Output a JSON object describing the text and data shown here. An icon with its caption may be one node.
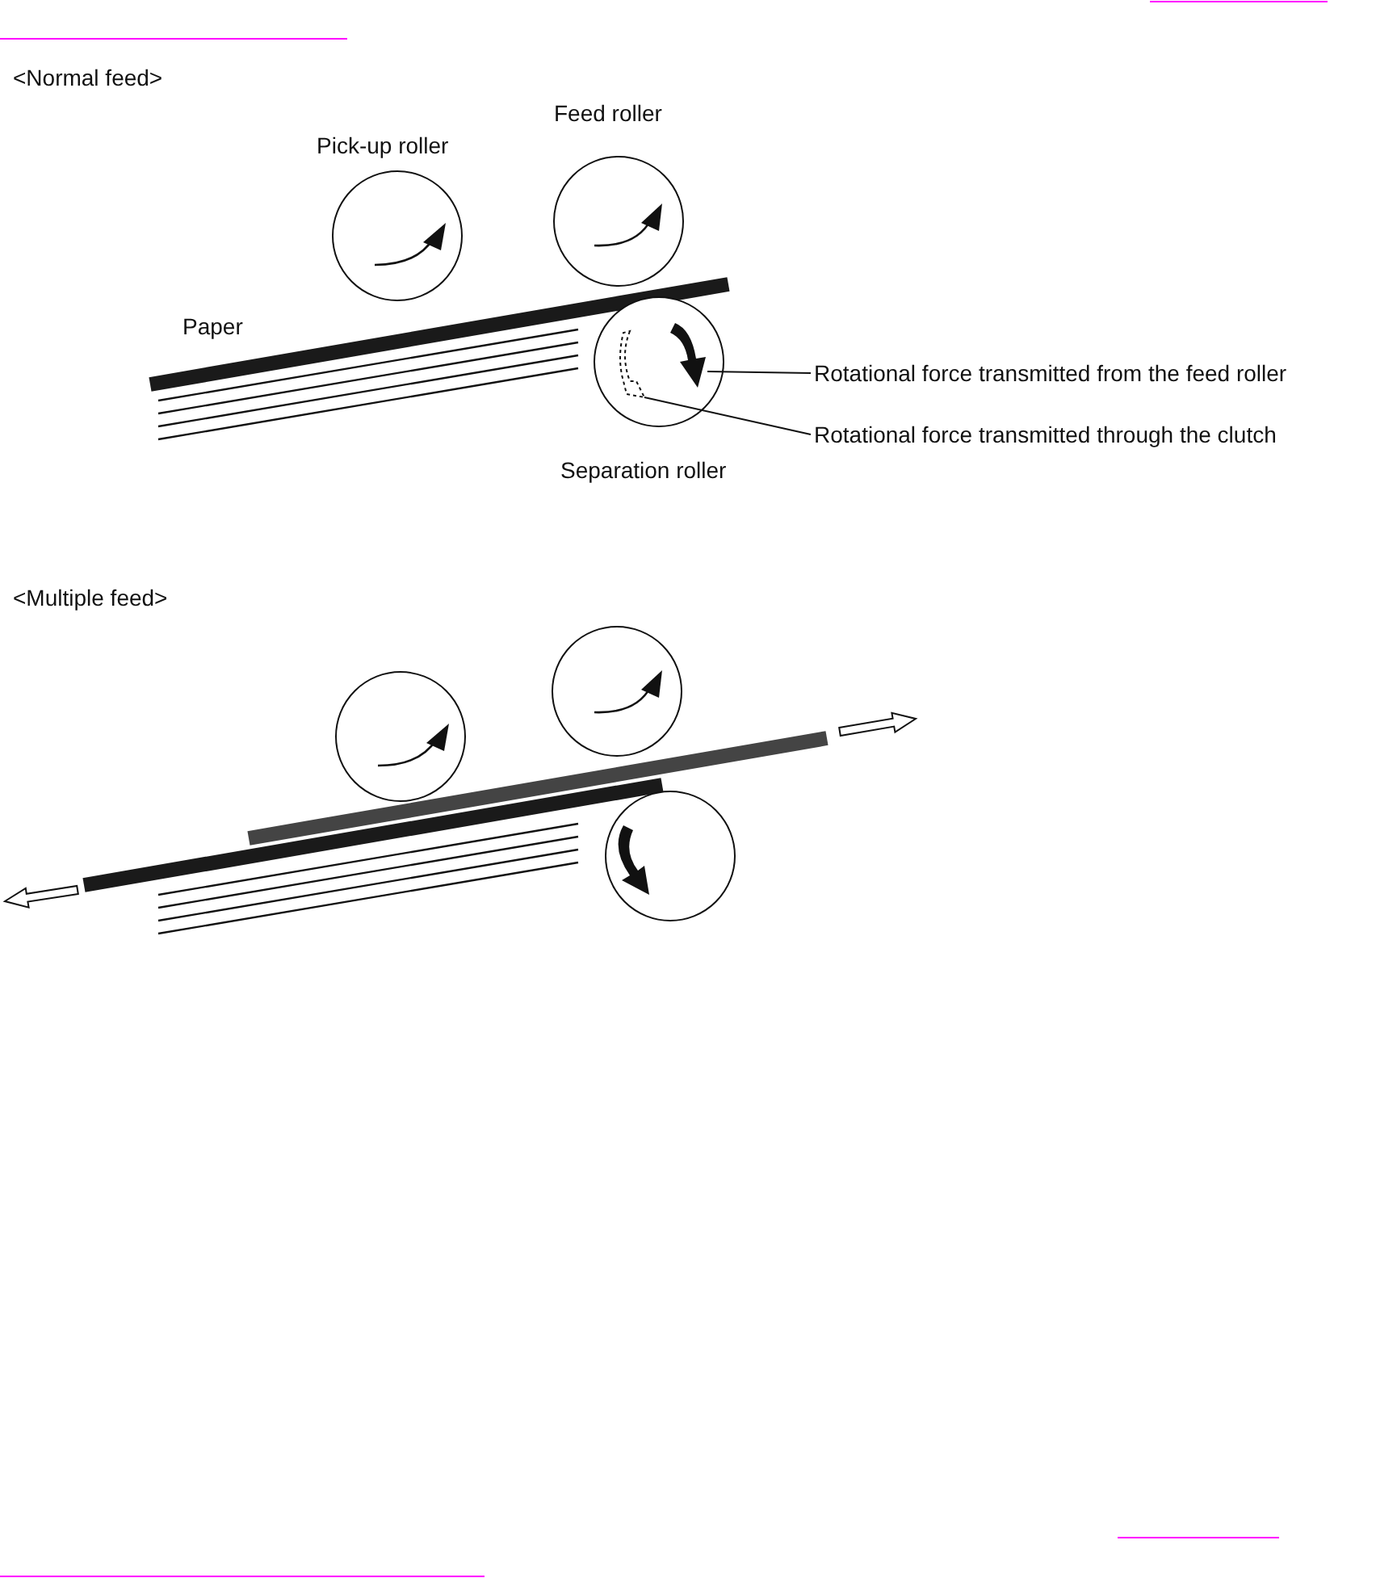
{
  "diagram": {
    "nodes": [
      {
        "text": [
          "Rotational force transmitted from the feed roller"
        ]
      },
      {
        "text": [
          "Rotational force transmitted through the clutch"
        ]
      },
      {
        "text": [],
        "shape": "arrow"
      },
      {
        "text": [],
        "shape": "arrow"
      },
      {
        "text": [],
        "shape": "arrow"
      }
    ],
    "edges": [
      {
        "from": 0,
        "to": 3,
        "arrow": "none"
      },
      {
        "from": 1,
        "to": 2,
        "arrow": "none"
      }
    ],
    "labels": [
      "<Normal feed>",
      "Feed roller",
      "Pick-up roller",
      "Paper",
      "Separation roller",
      "<Multiple feed>"
    ]
  }
}
